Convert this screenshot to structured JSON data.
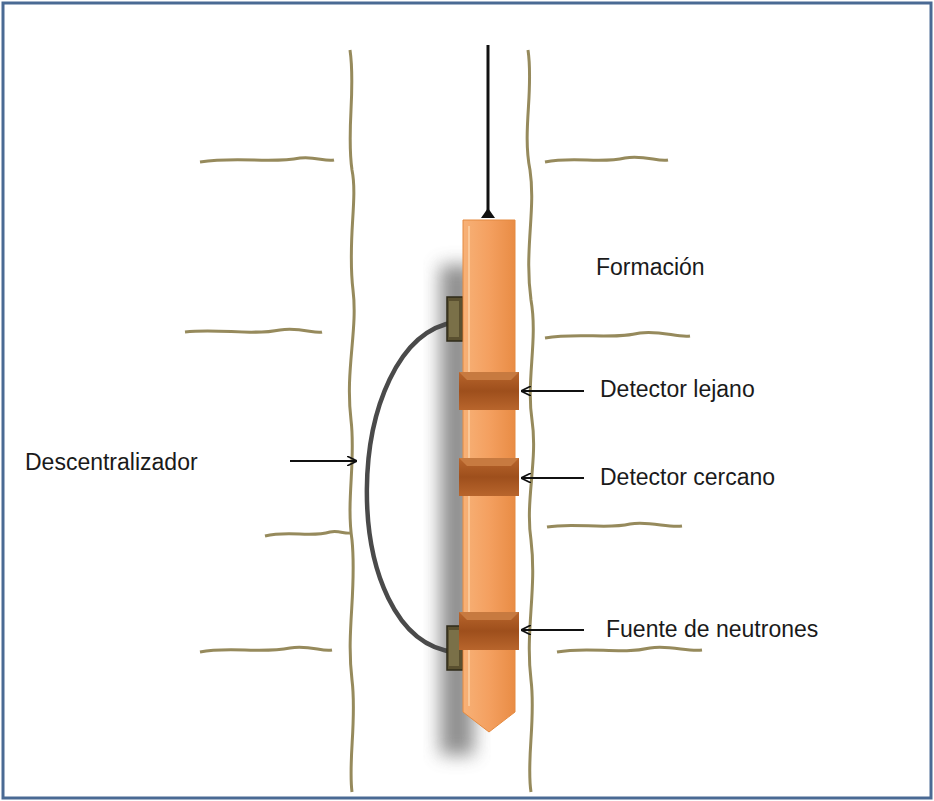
{
  "diagram": {
    "labels": [
      "Formación",
      "Detector lejano",
      "Descentralizador",
      "Detector cercano",
      "Fuente de neutrones"
    ]
  }
}
